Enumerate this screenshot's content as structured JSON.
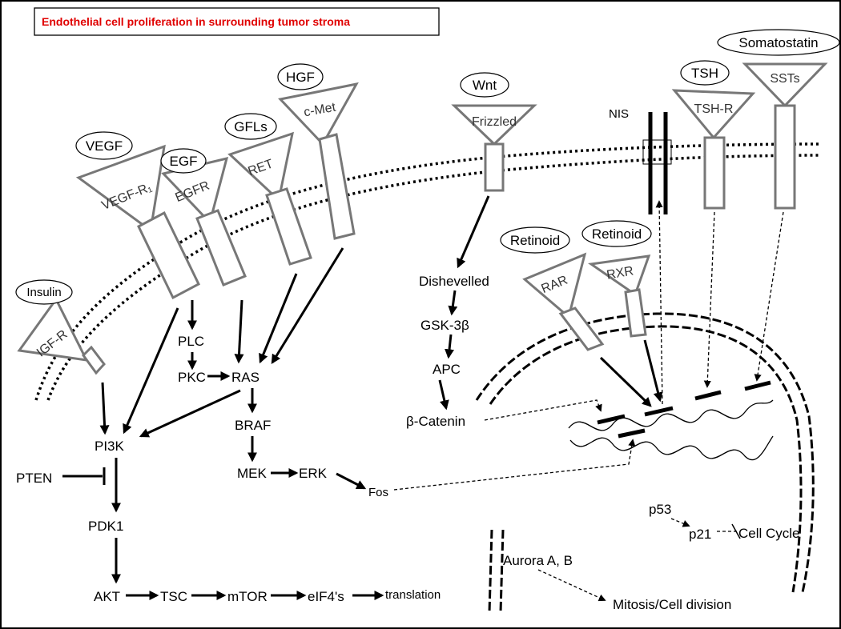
{
  "title": "Endothelial cell proliferation in surrounding tumor stroma",
  "ligands": {
    "insulin": "Insulin",
    "vegf": "VEGF",
    "egf": "EGF",
    "gfls": "GFLs",
    "hgf": "HGF",
    "wnt": "Wnt",
    "tsh": "TSH",
    "somatostatin": "Somatostatin",
    "retinoid_rar": "Retinoid",
    "retinoid_rxr": "Retinoid"
  },
  "receptors": {
    "igf_r": "IGF-R",
    "vegf_r": "VEGF-R₁",
    "egfr": "EGFR",
    "ret": "RET",
    "c_met": "c-Met",
    "frizzled": "Frizzled",
    "tsh_r": "TSH-R",
    "ssts": "SSTs",
    "rar": "RAR",
    "rxr": "RXR",
    "nis": "NIS"
  },
  "nodes": {
    "plc": "PLC",
    "pkc": "PKC",
    "ras": "RAS",
    "braf": "BRAF",
    "mek": "MEK",
    "erk": "ERK",
    "fos": "Fos",
    "pi3k": "PI3K",
    "pten": "PTEN",
    "pdk1": "PDK1",
    "akt": "AKT",
    "tsc": "TSC",
    "mtor": "mTOR",
    "eif4": "eIF4's",
    "translation": "translation",
    "dishevelled": "Dishevelled",
    "gsk3b": "GSK-3β",
    "apc": "APC",
    "b_catenin": "β-Catenin",
    "p53": "p53",
    "p21": "p21",
    "cell_cycle": "Cell Cycle",
    "aurora": "Aurora A, B",
    "mitosis": "Mitosis/Cell division"
  }
}
